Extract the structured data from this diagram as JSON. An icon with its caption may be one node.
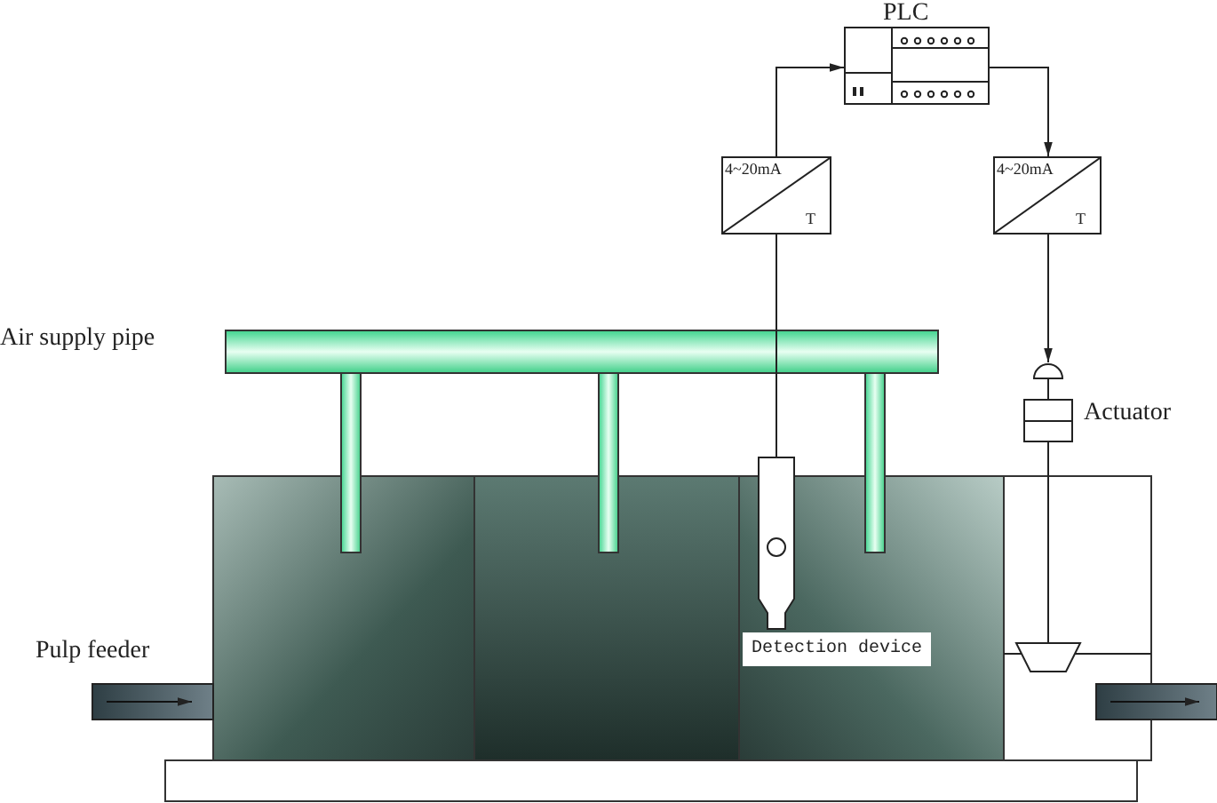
{
  "diagram": {
    "nodes": [
      {
        "text": [
          "PLC"
        ]
      },
      {
        "text": [
          "4~20mA",
          "T"
        ]
      },
      {
        "text": [
          "4~20mA",
          "T"
        ]
      },
      {
        "text": [
          "Detection device"
        ]
      },
      {
        "text": [
          "Actuator"
        ]
      }
    ],
    "edges": [
      {
        "from": 1,
        "to": 0,
        "arrow": "to"
      },
      {
        "from": 0,
        "to": 2,
        "arrow": "to"
      },
      {
        "from": 3,
        "to": 1,
        "arrow": "none"
      },
      {
        "from": 2,
        "to": 4,
        "arrow": "to"
      }
    ],
    "labels": [
      "Air supply pipe",
      "Pulp feeder"
    ]
  }
}
